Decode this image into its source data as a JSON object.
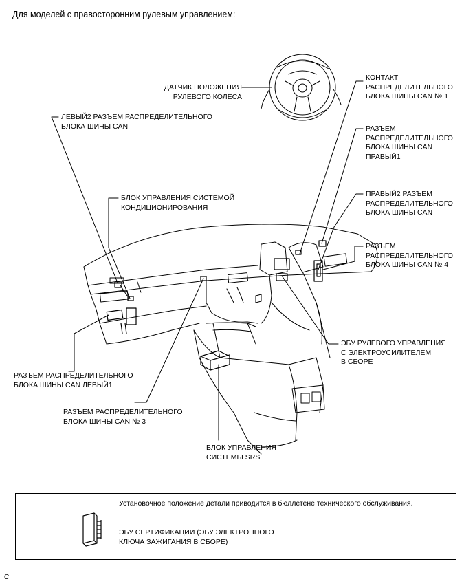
{
  "header": "Для моделей с правосторонним рулевым управлением:",
  "labels": {
    "steering_sensor": [
      "ДАТЧИК ПОЛОЖЕНИЯ",
      "РУЛЕВОГО КОЛЕСА"
    ],
    "can_contact_1": [
      "КОНТАКТ",
      "РАСПРЕДЕЛИТЕЛЬНОГО",
      "БЛОКА ШИНЫ CAN № 1"
    ],
    "left2_connector": [
      "ЛЕВЫЙ2 РАЗЪЕМ РАСПРЕДЕЛИТЕЛЬНОГО",
      "БЛОКА ШИНЫ CAN"
    ],
    "right1_connector": [
      "РАЗЪЕМ",
      "РАСПРЕДЕЛИТЕЛЬНОГО",
      "БЛОКА ШИНЫ CAN",
      "ПРАВЫЙ1"
    ],
    "ac_control": [
      "БЛОК УПРАВЛЕНИЯ СИСТЕМОЙ",
      "КОНДИЦИОНИРОВАНИЯ"
    ],
    "right2_connector": [
      "ПРАВЫЙ2 РАЗЪЕМ",
      "РАСПРЕДЕЛИТЕЛЬНОГО",
      "БЛОКА ШИНЫ CAN"
    ],
    "can_connector_4": [
      "РАЗЪЕМ",
      "РАСПРЕДЕЛИТЕЛЬНОГО",
      "БЛОКА ШИНЫ CAN № 4"
    ],
    "eps_ecu": [
      "ЭБУ РУЛЕВОГО УПРАВЛЕНИЯ",
      "С ЭЛЕКТРОУСИЛИТЕЛЕМ",
      "В СБОРЕ"
    ],
    "left1_connector": [
      "РАЗЪЕМ РАСПРЕДЕЛИТЕЛЬНОГО",
      "БЛОКА ШИНЫ CAN ЛЕВЫЙ1"
    ],
    "can_connector_3": [
      "РАЗЪЕМ РАСПРЕДЕЛИТЕЛЬНОГО",
      "БЛОКА ШИНЫ CAN № 3"
    ],
    "srs_control": [
      "БЛОК УПРАВЛЕНИЯ",
      "СИСТЕМЫ SRS"
    ]
  },
  "note": {
    "text": "Установочное положение детали приводится в бюллетене технического обслуживания.",
    "part_label": [
      "ЭБУ СЕРТИФИКАЦИИ (ЭБУ ЭЛЕКТРОННОГО",
      "КЛЮЧА ЗАЖИГАНИЯ В СБОРЕ)"
    ]
  },
  "figure_code": "C"
}
